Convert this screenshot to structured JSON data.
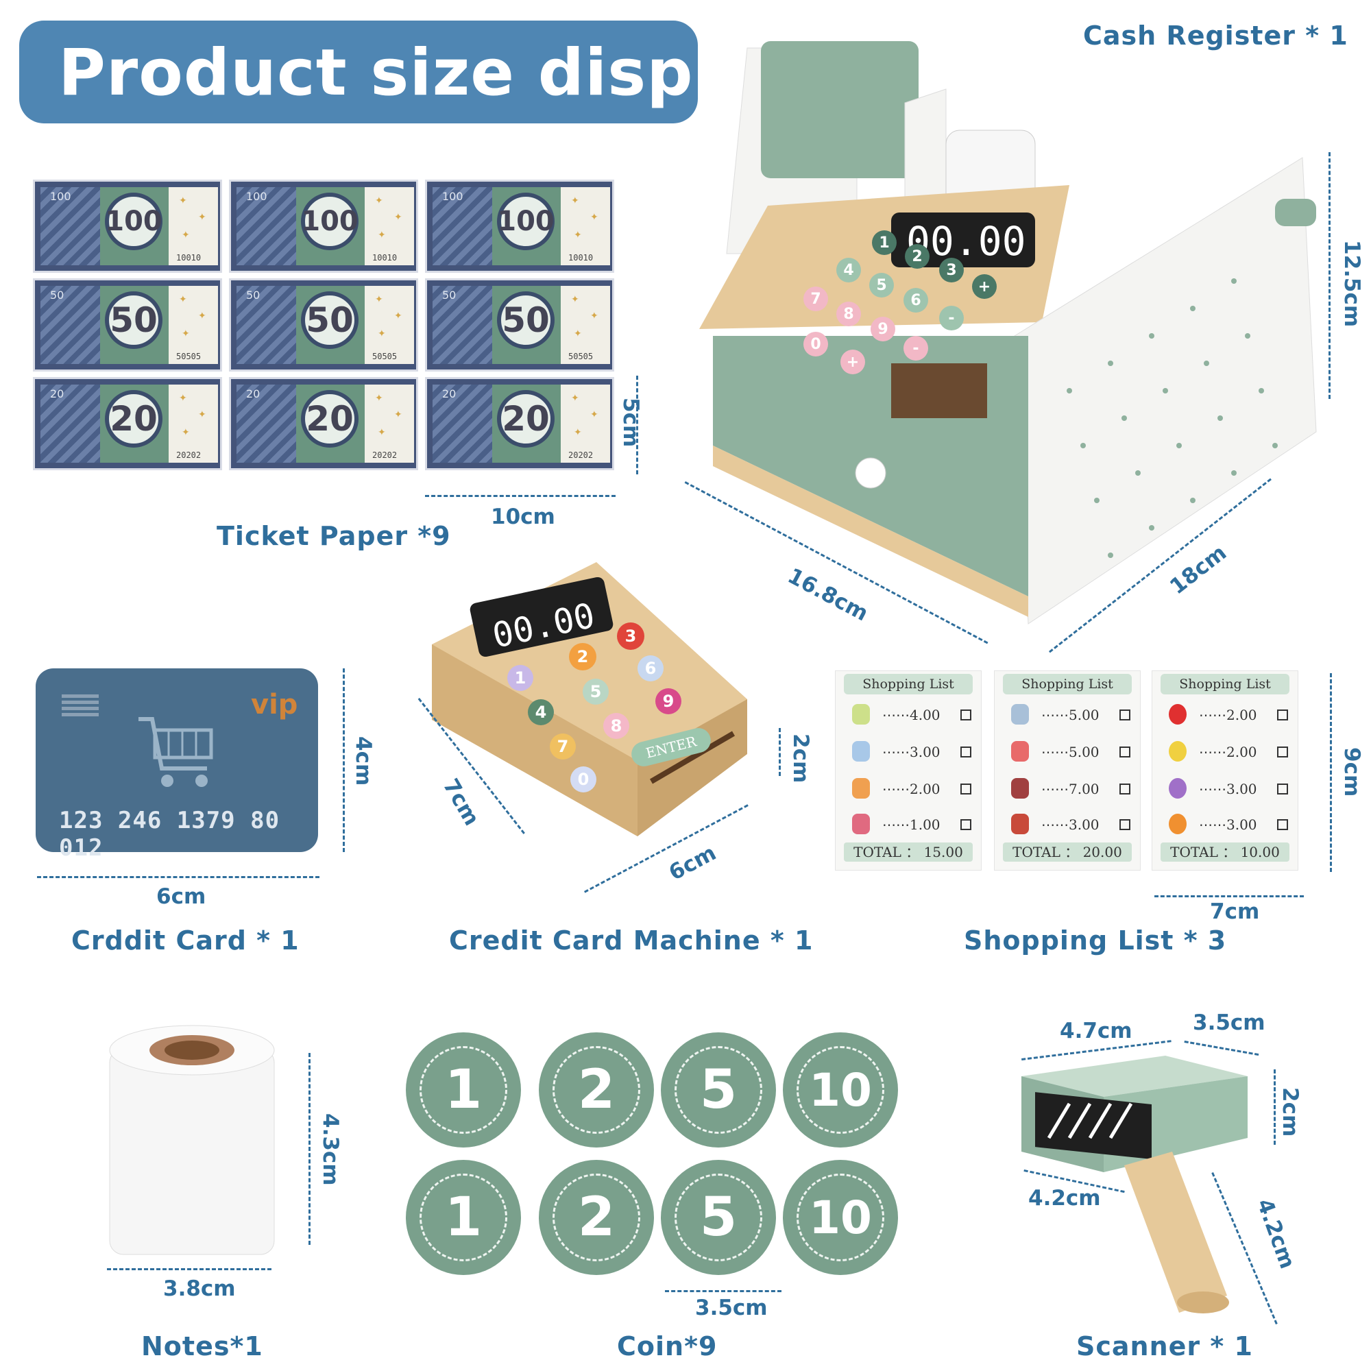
{
  "header": {
    "title": "Product size display"
  },
  "tickets": {
    "caption": "Ticket Paper *9",
    "width_label": "10cm",
    "height_label": "5cm",
    "rows": [
      {
        "denomination": "100",
        "corner": "100",
        "serial": "10010"
      },
      {
        "denomination": "50",
        "corner": "50",
        "serial": "50505"
      },
      {
        "denomination": "20",
        "corner": "20",
        "serial": "20202"
      }
    ]
  },
  "register": {
    "caption": "Cash Register * 1",
    "display": "00.00",
    "height_label": "12.5cm",
    "width_label": "16.8cm",
    "depth_label": "18cm",
    "keys": [
      "1",
      "2",
      "3",
      "4",
      "5",
      "6",
      "+",
      "7",
      "8",
      "9",
      "-",
      "0",
      "+",
      "-"
    ]
  },
  "credit_card": {
    "caption": "Crddit Card * 1",
    "brand": "vip",
    "number": "123 246 1379 80  012",
    "width_label": "6cm",
    "height_label": "4cm"
  },
  "card_machine": {
    "caption": "Credit Card Machine * 1",
    "display": "00.00",
    "keys": [
      "1",
      "2",
      "3",
      "4",
      "5",
      "6",
      "7",
      "8",
      "9",
      "0"
    ],
    "enter_label": "ENTER",
    "depth_label": "7cm",
    "width_label": "6cm",
    "height_label": "2cm"
  },
  "shopping_lists": {
    "caption": "Shopping List * 3",
    "width_label": "7cm",
    "height_label": "9cm",
    "lists": [
      {
        "header": "Shopping List",
        "items": [
          "4.00",
          "3.00",
          "2.00",
          "1.00"
        ],
        "total": "TOTAL ：  15.00"
      },
      {
        "header": "Shopping List",
        "items": [
          "5.00",
          "5.00",
          "7.00",
          "3.00"
        ],
        "total": "TOTAL ：  20.00"
      },
      {
        "header": "Shopping List",
        "items": [
          "2.00",
          "2.00",
          "3.00",
          "3.00"
        ],
        "total": "TOTAL ：  10.00"
      }
    ]
  },
  "notes": {
    "caption": "Notes*1",
    "width_label": "3.8cm",
    "height_label": "4.3cm"
  },
  "coins": {
    "caption": "Coin*9",
    "diameter_label": "3.5cm",
    "values": [
      "1",
      "2",
      "5",
      "10",
      "1",
      "2",
      "5",
      "10"
    ]
  },
  "scanner": {
    "caption": "Scanner * 1",
    "top_width_label": "4.7cm",
    "top_depth_label": "3.5cm",
    "head_height_label": "2cm",
    "base_width_label": "4.2cm",
    "handle_length_label": "4.2cm"
  },
  "colors": {
    "accent_blue": "#2f6e9c",
    "banner_blue": "#4f86b3",
    "sage_green": "#7aa08c",
    "wood": "#e6c99a"
  }
}
